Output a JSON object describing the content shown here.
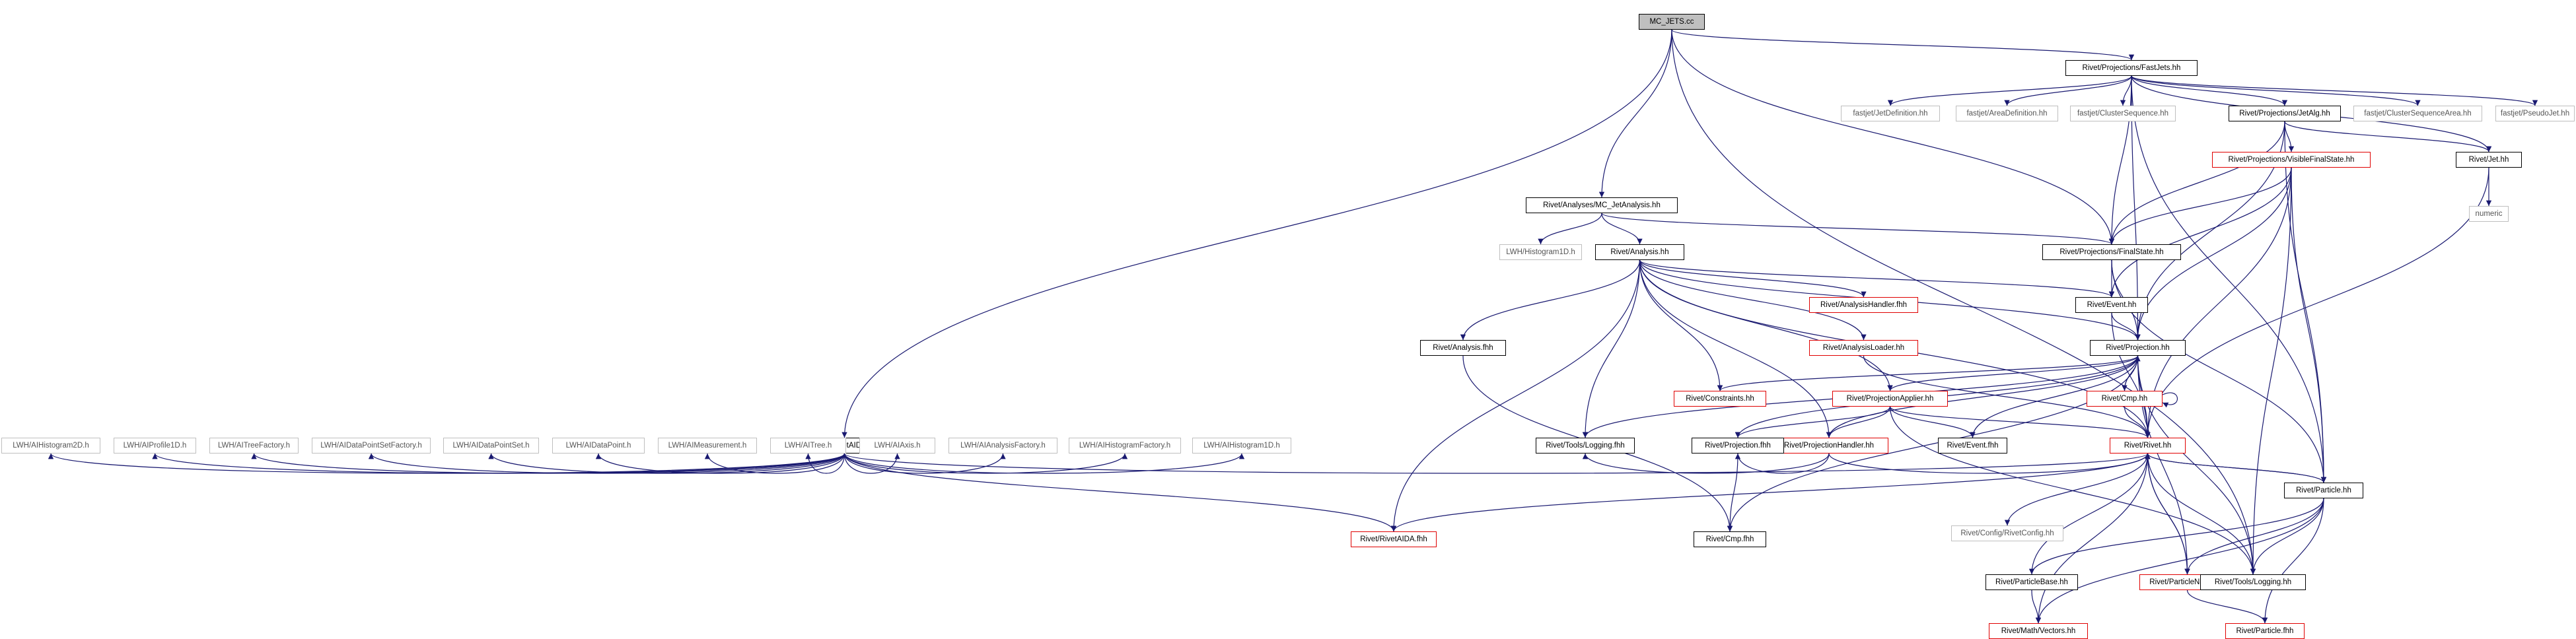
{
  "graph": {
    "colors": {
      "edge": "#191970",
      "node_border": "#000000",
      "broken_border": "#ff0000",
      "external_border": "#bfbfbf",
      "root_fill": "#bfbfbf"
    },
    "nodes": [
      {
        "id": "root",
        "label": "MC_JETS.cc",
        "kind": "root"
      },
      {
        "id": "fastjets",
        "label": "Rivet/Projections/FastJets.hh",
        "kind": "link"
      },
      {
        "id": "fj_jetdef",
        "label": "fastjet/JetDefinition.hh",
        "kind": "external"
      },
      {
        "id": "fj_areadef",
        "label": "fastjet/AreaDefinition.hh",
        "kind": "external"
      },
      {
        "id": "fj_clseq",
        "label": "fastjet/ClusterSequence.hh",
        "kind": "external"
      },
      {
        "id": "jetalg",
        "label": "Rivet/Projections/JetAlg.hh",
        "kind": "link"
      },
      {
        "id": "fj_clseqarea",
        "label": "fastjet/ClusterSequenceArea.hh",
        "kind": "external"
      },
      {
        "id": "fj_pseudojet",
        "label": "fastjet/PseudoJet.hh",
        "kind": "external"
      },
      {
        "id": "mcjetana",
        "label": "Rivet/Analyses/MC_JetAnalysis.hh",
        "kind": "link"
      },
      {
        "id": "visiblefs",
        "label": "Rivet/Projections/VisibleFinalState.hh",
        "kind": "red"
      },
      {
        "id": "jet",
        "label": "Rivet/Jet.hh",
        "kind": "link"
      },
      {
        "id": "numeric",
        "label": "numeric",
        "kind": "external"
      },
      {
        "id": "lwh_h1d",
        "label": "LWH/Histogram1D.h",
        "kind": "external"
      },
      {
        "id": "analysis",
        "label": "Rivet/Analysis.hh",
        "kind": "link"
      },
      {
        "id": "finalstate",
        "label": "Rivet/Projections/FinalState.hh",
        "kind": "link"
      },
      {
        "id": "anahandler",
        "label": "Rivet/AnalysisHandler.fhh",
        "kind": "red"
      },
      {
        "id": "event",
        "label": "Rivet/Event.hh",
        "kind": "link"
      },
      {
        "id": "analysisfhh",
        "label": "Rivet/Analysis.fhh",
        "kind": "link"
      },
      {
        "id": "analoader",
        "label": "Rivet/AnalysisLoader.hh",
        "kind": "red"
      },
      {
        "id": "projection",
        "label": "Rivet/Projection.hh",
        "kind": "link"
      },
      {
        "id": "constraints",
        "label": "Rivet/Constraints.hh",
        "kind": "red"
      },
      {
        "id": "projapplier",
        "label": "Rivet/ProjectionApplier.hh",
        "kind": "red"
      },
      {
        "id": "cmp",
        "label": "Rivet/Cmp.hh",
        "kind": "red"
      },
      {
        "id": "rivetaida",
        "label": "Rivet/RivetAIDA.hh",
        "kind": "link"
      },
      {
        "id": "projhandler",
        "label": "Rivet/ProjectionHandler.hh",
        "kind": "red"
      },
      {
        "id": "eventfhh",
        "label": "Rivet/Event.fhh",
        "kind": "link"
      },
      {
        "id": "rivet",
        "label": "Rivet/Rivet.hh",
        "kind": "red"
      },
      {
        "id": "lwh_h2d",
        "label": "LWH/AIHistogram2D.h",
        "kind": "external"
      },
      {
        "id": "lwh_p1d",
        "label": "LWH/AIProfile1D.h",
        "kind": "external"
      },
      {
        "id": "lwh_tf",
        "label": "LWH/AITreeFactory.h",
        "kind": "external"
      },
      {
        "id": "lwh_dpsf",
        "label": "LWH/AIDataPointSetFactory.h",
        "kind": "external"
      },
      {
        "id": "lwh_dps",
        "label": "LWH/AIDataPointSet.h",
        "kind": "external"
      },
      {
        "id": "lwh_dp",
        "label": "LWH/AIDataPoint.h",
        "kind": "external"
      },
      {
        "id": "lwh_meas",
        "label": "LWH/AIMeasurement.h",
        "kind": "external"
      },
      {
        "id": "lwh_tree",
        "label": "LWH/AITree.h",
        "kind": "external"
      },
      {
        "id": "lwh_axis",
        "label": "LWH/AIAxis.h",
        "kind": "external"
      },
      {
        "id": "lwh_af",
        "label": "LWH/AIAnalysisFactory.h",
        "kind": "external"
      },
      {
        "id": "lwh_hf",
        "label": "LWH/AIHistogramFactory.h",
        "kind": "external"
      },
      {
        "id": "lwh_ah1d",
        "label": "LWH/AIHistogram1D.h",
        "kind": "external"
      },
      {
        "id": "toolslogfhh",
        "label": "Rivet/Tools/Logging.fhh",
        "kind": "link"
      },
      {
        "id": "projectionfhh",
        "label": "Rivet/Projection.fhh",
        "kind": "link"
      },
      {
        "id": "particle",
        "label": "Rivet/Particle.hh",
        "kind": "link"
      },
      {
        "id": "rivetaidafhh",
        "label": "Rivet/RivetAIDA.fhh",
        "kind": "red"
      },
      {
        "id": "rivetconfig",
        "label": "Rivet/Config/RivetConfig.hh",
        "kind": "external"
      },
      {
        "id": "cmpfhh",
        "label": "Rivet/Cmp.fhh",
        "kind": "link"
      },
      {
        "id": "particlebase",
        "label": "Rivet/ParticleBase.hh",
        "kind": "link"
      },
      {
        "id": "particlename",
        "label": "Rivet/ParticleName.hh",
        "kind": "red"
      },
      {
        "id": "toolslog",
        "label": "Rivet/Tools/Logging.hh",
        "kind": "link"
      },
      {
        "id": "mathvectors",
        "label": "Rivet/Math/Vectors.hh",
        "kind": "red"
      },
      {
        "id": "particlefhh",
        "label": "Rivet/Particle.fhh",
        "kind": "red"
      }
    ],
    "edges": [
      [
        "root",
        "fastjets"
      ],
      [
        "root",
        "mcjetana"
      ],
      [
        "root",
        "finalstate"
      ],
      [
        "root",
        "rivetaida"
      ],
      [
        "root",
        "toolslog"
      ],
      [
        "fastjets",
        "fj_jetdef"
      ],
      [
        "fastjets",
        "fj_areadef"
      ],
      [
        "fastjets",
        "fj_clseq"
      ],
      [
        "fastjets",
        "jetalg"
      ],
      [
        "fastjets",
        "fj_clseqarea"
      ],
      [
        "fastjets",
        "fj_pseudojet"
      ],
      [
        "fastjets",
        "jet"
      ],
      [
        "fastjets",
        "finalstate"
      ],
      [
        "fastjets",
        "projection"
      ],
      [
        "fastjets",
        "particle"
      ],
      [
        "jetalg",
        "visiblefs"
      ],
      [
        "jetalg",
        "jet"
      ],
      [
        "jetalg",
        "finalstate"
      ],
      [
        "jetalg",
        "projection"
      ],
      [
        "jetalg",
        "particle"
      ],
      [
        "visiblefs",
        "finalstate"
      ],
      [
        "visiblefs",
        "event"
      ],
      [
        "visiblefs",
        "projection"
      ],
      [
        "visiblefs",
        "rivet"
      ],
      [
        "visiblefs",
        "particle"
      ],
      [
        "visiblefs",
        "toolslog"
      ],
      [
        "jet",
        "numeric"
      ],
      [
        "jet",
        "rivet"
      ],
      [
        "mcjetana",
        "lwh_h1d"
      ],
      [
        "mcjetana",
        "analysis"
      ],
      [
        "mcjetana",
        "finalstate"
      ],
      [
        "analysis",
        "anahandler"
      ],
      [
        "analysis",
        "event"
      ],
      [
        "analysis",
        "analysisfhh"
      ],
      [
        "analysis",
        "analoader"
      ],
      [
        "analysis",
        "projection"
      ],
      [
        "analysis",
        "constraints"
      ],
      [
        "analysis",
        "projapplier"
      ],
      [
        "analysis",
        "projhandler"
      ],
      [
        "analysis",
        "toolslogfhh"
      ],
      [
        "analysis",
        "rivetaidafhh"
      ],
      [
        "analysis",
        "rivet"
      ],
      [
        "finalstate",
        "event"
      ],
      [
        "finalstate",
        "projection"
      ],
      [
        "finalstate",
        "particle"
      ],
      [
        "event",
        "projection"
      ],
      [
        "event",
        "rivet"
      ],
      [
        "analysisfhh",
        "cmpfhh"
      ],
      [
        "analoader",
        "rivet"
      ],
      [
        "projection",
        "constraints"
      ],
      [
        "projection",
        "projapplier"
      ],
      [
        "projection",
        "cmp"
      ],
      [
        "projection",
        "eventfhh"
      ],
      [
        "projection",
        "projhandler"
      ],
      [
        "projection",
        "rivet"
      ],
      [
        "projection",
        "projectionfhh"
      ],
      [
        "projection",
        "toolslog"
      ],
      [
        "projection",
        "particlename"
      ],
      [
        "projection",
        "cmpfhh"
      ],
      [
        "projection",
        "toolslogfhh"
      ],
      [
        "projapplier",
        "projhandler"
      ],
      [
        "projapplier",
        "projectionfhh"
      ],
      [
        "projapplier",
        "rivet"
      ],
      [
        "projapplier",
        "eventfhh"
      ],
      [
        "projapplier",
        "toolslog"
      ],
      [
        "cmp",
        "projection"
      ],
      [
        "cmp",
        "cmp"
      ],
      [
        "cmp",
        "rivet"
      ],
      [
        "projhandler",
        "toolslogfhh"
      ],
      [
        "projhandler",
        "projectionfhh"
      ],
      [
        "projhandler",
        "rivet"
      ],
      [
        "projectionfhh",
        "cmpfhh"
      ],
      [
        "rivetaida",
        "lwh_h2d"
      ],
      [
        "rivetaida",
        "lwh_p1d"
      ],
      [
        "rivetaida",
        "lwh_tf"
      ],
      [
        "rivetaida",
        "lwh_dpsf"
      ],
      [
        "rivetaida",
        "lwh_dps"
      ],
      [
        "rivetaida",
        "lwh_dp"
      ],
      [
        "rivetaida",
        "lwh_meas"
      ],
      [
        "rivetaida",
        "lwh_tree"
      ],
      [
        "rivetaida",
        "lwh_axis"
      ],
      [
        "rivetaida",
        "lwh_af"
      ],
      [
        "rivetaida",
        "lwh_hf"
      ],
      [
        "rivetaida",
        "lwh_ah1d"
      ],
      [
        "rivetaida",
        "rivetaidafhh"
      ],
      [
        "rivetaida",
        "rivet"
      ],
      [
        "rivet",
        "rivetaidafhh"
      ],
      [
        "rivet",
        "rivetconfig"
      ],
      [
        "rivet",
        "particle"
      ],
      [
        "rivet",
        "particlename"
      ],
      [
        "rivet",
        "mathvectors"
      ],
      [
        "particle",
        "rivet"
      ],
      [
        "particle",
        "particlebase"
      ],
      [
        "particle",
        "particlename"
      ],
      [
        "particle",
        "toolslog"
      ],
      [
        "particle",
        "mathvectors"
      ],
      [
        "particle",
        "particlefhh"
      ],
      [
        "particlebase",
        "rivet"
      ],
      [
        "particlebase",
        "mathvectors"
      ],
      [
        "particlename",
        "rivet"
      ],
      [
        "particlename",
        "particlefhh"
      ],
      [
        "toolslog",
        "rivet"
      ]
    ]
  }
}
